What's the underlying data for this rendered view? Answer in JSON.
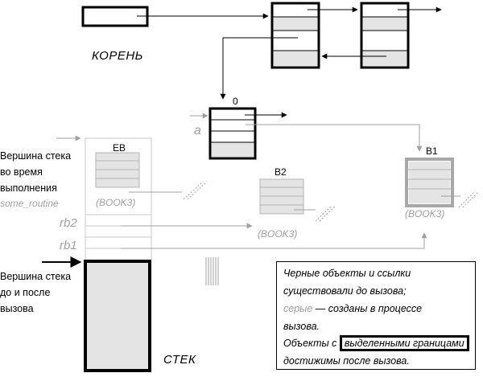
{
  "labels": {
    "root": "КОРЕНЬ",
    "obj_zero": "0",
    "ref_a": "a",
    "obj_eb": "EB",
    "obj_b1": "B1",
    "obj_b2": "B2",
    "class_eb": "(BOOK3)",
    "class_b1": "(BOOK3)",
    "class_b2": "(BOOK3)",
    "stack_top_during": [
      "Вершина стека",
      "во время",
      "выполнения"
    ],
    "routine": "some_routine",
    "ref_rb2": "rb2",
    "ref_rb1": "rb1",
    "stack_top_after": [
      "Вершина стека",
      "до и после",
      "вызова"
    ],
    "stack": "СТЕК"
  },
  "legend": {
    "line1": "Черные объекты и ссылки",
    "line2": "существовали до вызова;",
    "line3_gray": "серые",
    "line3_rest": " — созданы в процессе",
    "line4": "вызова.",
    "line5_pre": "Объекты с ",
    "line5_box": "выделенными границами",
    "line6": "достижимы после вызова."
  },
  "colors": {
    "black": "#000000",
    "gray": "#a0a0a0",
    "fill": "#e4e4e4"
  }
}
